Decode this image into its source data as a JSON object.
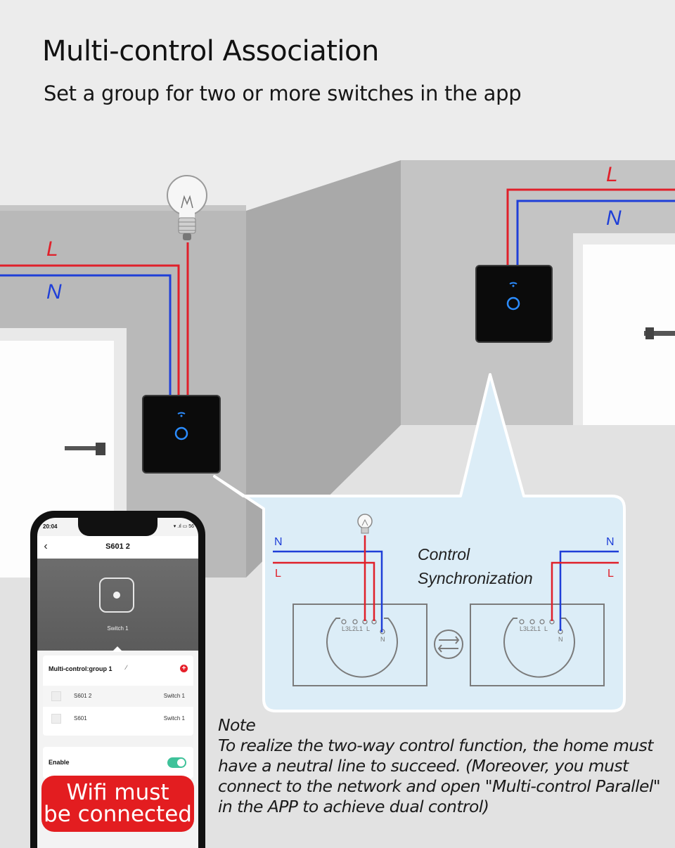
{
  "header": {
    "title": "Multi-control Association",
    "subtitle": "Set a group for two or more switches in the app"
  },
  "wiring": {
    "live_label": "L",
    "neutral_label": "N",
    "live_color": "#e0202a",
    "neutral_color": "#1f3fd8"
  },
  "callout": {
    "line1": "Control",
    "line2": "Synchronization",
    "left_n": "N",
    "left_l": "L",
    "right_n": "N",
    "right_l": "L",
    "terminal_labels": "L3L2L1  L",
    "terminal_n": "N"
  },
  "note": {
    "title": "Note",
    "body": "To realize the two-way control function, the home must have a neutral line to succeed. (Moreover, you must connect to the network and open \"Multi-control Parallel\" in the APP to achieve dual control)"
  },
  "phone": {
    "time": "20:04",
    "status_icons": "▾ .ıl ▭ 56",
    "back_icon": "‹",
    "app_title": "S601 2",
    "device_label": "Switch 1",
    "group": {
      "title": "Multi-control:group 1",
      "edit_icon": "∕",
      "add_icon": "+",
      "members": [
        {
          "name": "S601 2",
          "switch": "Switch 1"
        },
        {
          "name": "S601",
          "switch": "Switch 1"
        }
      ]
    },
    "enable_label": "Enable",
    "enable_on": true,
    "toggle_color": "#3fc29a"
  },
  "badge": {
    "line1": "Wifi must",
    "line2": "be connected",
    "color": "#e31d20"
  }
}
